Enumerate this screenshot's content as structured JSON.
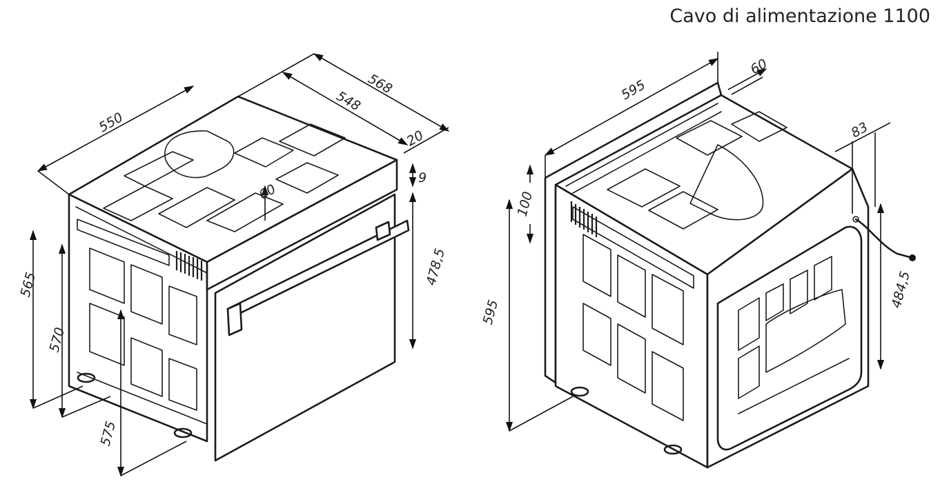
{
  "title": "Cavo di alimentazione 1100",
  "dimensions": {
    "left": {
      "d568": "568",
      "d548": "548",
      "d550": "550",
      "d20": "20",
      "d9": "9",
      "d60": "60",
      "d565": "565",
      "d570": "570",
      "d575": "575",
      "d478_5": "478,5"
    },
    "right": {
      "d595_top": "595",
      "d60": "60",
      "d83": "83",
      "d100": "100",
      "d595_side": "595",
      "d484_5": "484,5"
    }
  }
}
